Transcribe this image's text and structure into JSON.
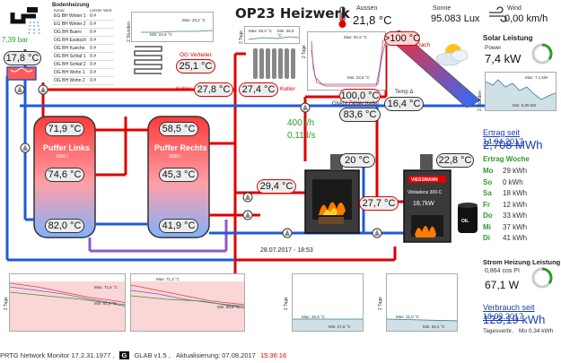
{
  "title": "OP23 Heizwerk",
  "weather": {
    "aussen_label": "Aussen",
    "aussen_value": "21,8 °C",
    "sonne_label": "Sonne",
    "sonne_value": "95.083 Lux",
    "wind_label": "Wind",
    "wind_value": "0,00 km/h"
  },
  "pressure": "7,39 bar",
  "bodenheizung": {
    "title": "Bodenheizung",
    "col_kanal": "Kanal",
    "col_wert": "Letzter Wert",
    "rows": [
      {
        "kanal": "EG BH Winter 1",
        "wert": "0 #"
      },
      {
        "kanal": "EG BH Winter 2",
        "wert": "0 #"
      },
      {
        "kanal": "OG BH Buero",
        "wert": "0 #"
      },
      {
        "kanal": "OG BH Esstisch",
        "wert": "0 #"
      },
      {
        "kanal": "OG BH Kueche",
        "wert": "0 #"
      },
      {
        "kanal": "OG BH Schlaf 1",
        "wert": "0 #"
      },
      {
        "kanal": "OG BH Schlaf 2",
        "wert": "0 #"
      },
      {
        "kanal": "OG BH Wohn 1",
        "wert": "0 #"
      },
      {
        "kanal": "OG BH Wohn 2",
        "wert": "0 #"
      }
    ]
  },
  "temps": {
    "cold_water": "17,8 °C",
    "og_verteiler": "25,1 °C",
    "og_verteiler_label": "OG Verteiler",
    "keller_left": "27,8 °C",
    "keller_left_label": "Keller",
    "keller_right": "27,4 °C",
    "keller_right_label": "Keller",
    "dach": ">100 °C",
    "dach_label": "Dach",
    "solar_flow": "100,0 °C",
    "solar_delta": "16,4 °C",
    "temp_delta_label": "Temp Δ",
    "glykol": "83,6 °C",
    "glykol_label": "Glykol Zähler Keller",
    "flow_lh": "400 l/h",
    "flow_ls": "0,11 l/s",
    "puffer_left_top": "71,9 °C",
    "puffer_left_mid": "74,6 °C",
    "puffer_left_bot": "82,0 °C",
    "puffer_right_top": "58,5 °C",
    "puffer_right_mid": "45,3 °C",
    "puffer_right_bot": "41,9 °C",
    "wood_flue": "20 °C",
    "gas_flue": "22,8 °C",
    "wood_feed": "29,4 °C",
    "gas_feed": "27,7 °C"
  },
  "puffer_links": {
    "name": "Puffer Links",
    "vol": "1000 l"
  },
  "puffer_rechts": {
    "name": "Puffer Rechts",
    "vol": "1000 l"
  },
  "boiler": {
    "brand": "VIESSMANN",
    "model": "Vitoladens 300-C",
    "power": "18,7kW"
  },
  "oil": "OIL",
  "timestamp": "28.07.2017 - 18:53",
  "solar": {
    "title": "Solar Leistung",
    "power_label": "Power",
    "power_value": "7,4 kW",
    "ertrag_link": "Ertrag seit 14.04.2017",
    "ertrag_value": "2,708 MWh",
    "woche_title": "Ertrag Woche",
    "days": [
      {
        "d": "Mo",
        "v": "29 kWh"
      },
      {
        "d": "So",
        "v": "0 kWh"
      },
      {
        "d": "Sa",
        "v": "18 kWh"
      },
      {
        "d": "Fr",
        "v": "12 kWh"
      },
      {
        "d": "Do",
        "v": "33 kWh"
      },
      {
        "d": "Mi",
        "v": "37 kWh"
      },
      {
        "d": "Di",
        "v": "41 kWh"
      }
    ]
  },
  "strom": {
    "title": "Strom Heizung Leistung",
    "cos": "0,864 cos PI",
    "power": "67,1 W",
    "verbrauch_link": "Verbrauch seit 18.03.2017",
    "verbrauch_value": "123,19 kWh",
    "tages_label": "Tagesverbr.",
    "tages_value": "Mo 0,34 kWh"
  },
  "minis": {
    "stunden": "2 Stunden",
    "tage": "2 Tage",
    "m1_max": "Max: 25,2 °C",
    "m1_min": "Min: 24,9 °C",
    "m2_max": "Max: 29,3 °C",
    "m2_min": "Min: 26,8 °C",
    "m3_max": "Max: 91,8 °C",
    "m3_min": "Min: 23,8 °C",
    "m4_max": "Max: 7,1 kW",
    "m4_min": "Min: 6,90 kW",
    "b1_max": "Max: 71,6 °C",
    "b1_min": "Min: 61,5 °C",
    "b2_max": "Max: 71,3 °C",
    "b2_min": "Min: 58,5 °C",
    "b3_max": "Max: 32,9 °C",
    "b3_min": "Min: 27,6 °C",
    "b4_max": "Max: 31,0 °C",
    "b4_min": "Min: 26,4 °C"
  },
  "footer": {
    "prtg": "PRTG Network Monitor 17.2.31.1977 ,",
    "glab": "GLAB v1.5 ,",
    "aktual": "Aktualisierung:",
    "date": "07.08.2017",
    "time": "15:36:16"
  },
  "colors": {
    "hot": "#e00000",
    "cold": "#1e5bd6",
    "mix": "#8a5cc8"
  }
}
